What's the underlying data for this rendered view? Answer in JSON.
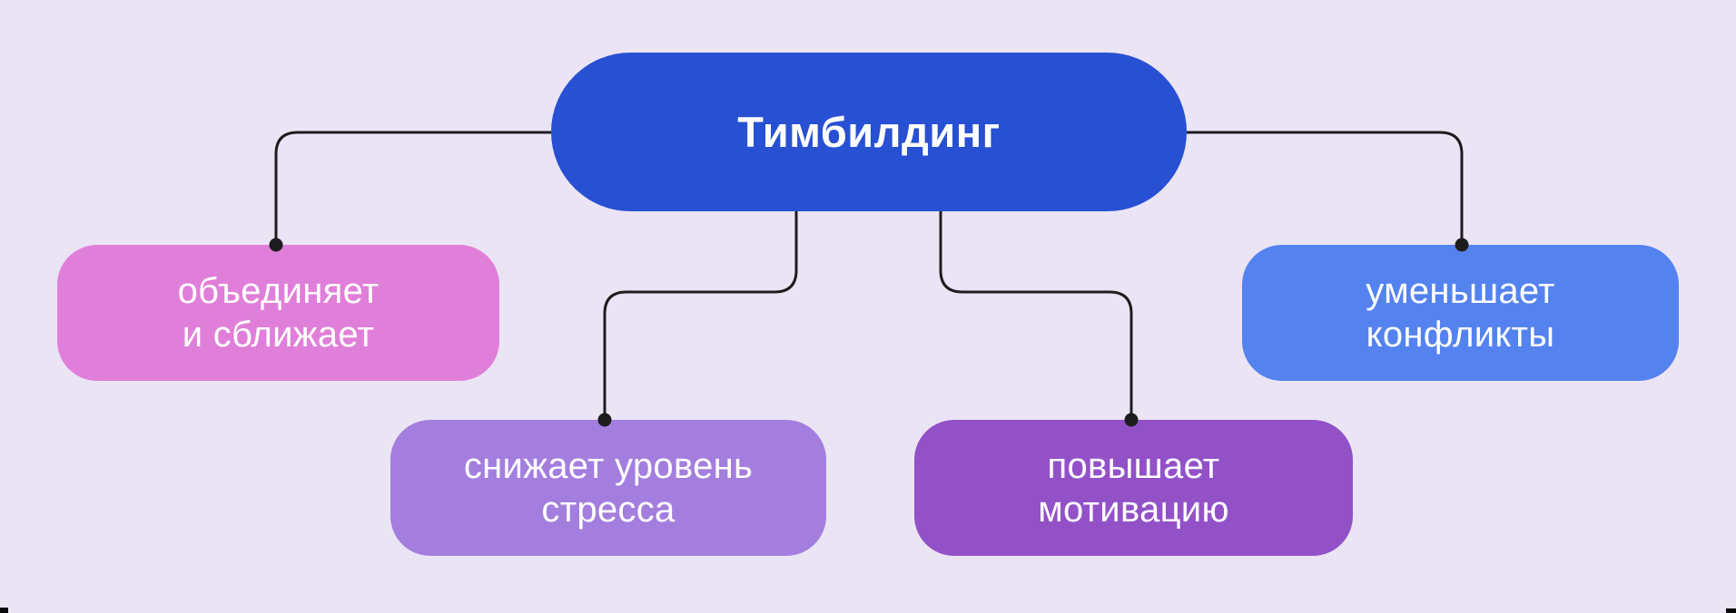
{
  "canvas": {
    "background": "#EBE4F5"
  },
  "diagram": {
    "root": {
      "label": "Тимбилдинг",
      "fill": "#2750D3",
      "text_color": "#FFFFFF"
    },
    "connectors": {
      "color": "#1D1D1F"
    },
    "children": [
      {
        "name": "unites",
        "lines": [
          "объединяет",
          "и сближает"
        ],
        "fill": "#E07FD9",
        "text_color": "#FFFFFF"
      },
      {
        "name": "reduces-stress",
        "lines": [
          "снижает уровень",
          "стресса"
        ],
        "fill": "#A47EDE",
        "text_color": "#FFFFFF"
      },
      {
        "name": "raises-motivation",
        "lines": [
          "повышает",
          "мотивацию"
        ],
        "fill": "#9351C8",
        "text_color": "#FFFFFF"
      },
      {
        "name": "reduces-conflicts",
        "lines": [
          "уменьшает",
          "конфликты"
        ],
        "fill": "#5483EF",
        "text_color": "#FFFFFF"
      }
    ]
  }
}
